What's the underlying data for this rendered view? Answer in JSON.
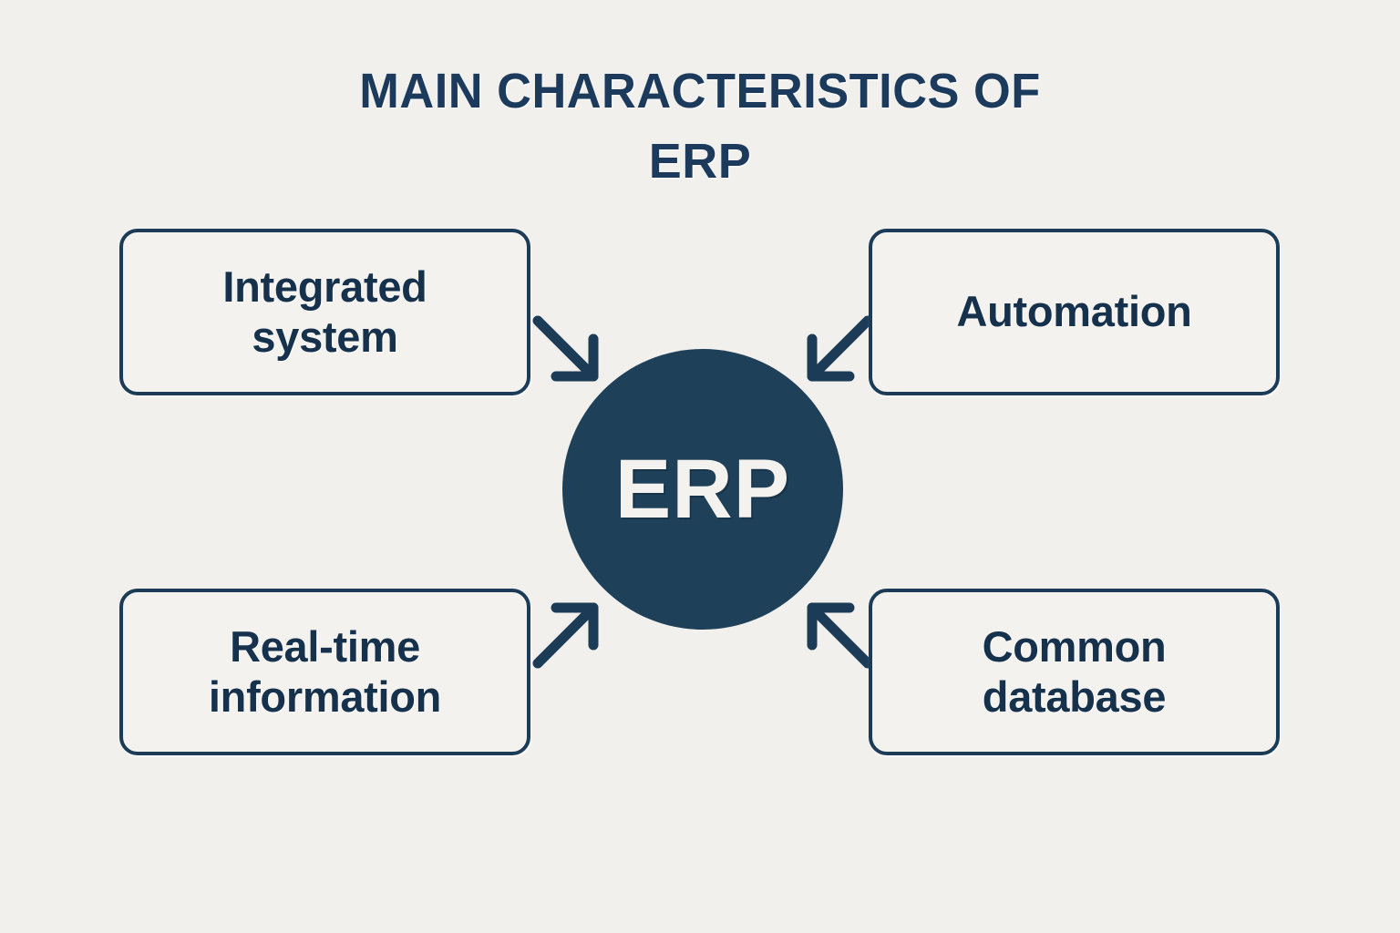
{
  "page": {
    "background_color": "#f2f0ed",
    "accent_color": "#1b3a5c",
    "box_fill_color": "#f4f2ef"
  },
  "title": {
    "line_1": "MAIN CHARACTERISTICS OF",
    "line_2": "ERP",
    "full_text": "MAIN CHARACTERISTICS OF ERP",
    "color": "#1b3a5c"
  },
  "center": {
    "label": "ERP",
    "fill_color": "#1e4059",
    "text_color": "#f4f2ef"
  },
  "boxes": [
    {
      "id": "top-left",
      "label": "Integrated\nsystem",
      "position": "top-left"
    },
    {
      "id": "top-right",
      "label": "Automation",
      "position": "top-right"
    },
    {
      "id": "bottom-left",
      "label": "Real-time\ninformation",
      "position": "bottom-left"
    },
    {
      "id": "bottom-right",
      "label": "Common\ndatabase",
      "position": "bottom-right"
    }
  ],
  "arrows": [
    {
      "id": "arrow-top-left-to-center",
      "from": "Integrated system",
      "to": "ERP",
      "direction": "down-right"
    },
    {
      "id": "arrow-top-right-to-center",
      "from": "Automation",
      "to": "ERP",
      "direction": "down-left"
    },
    {
      "id": "arrow-bottom-left-to-center",
      "from": "Real-time information",
      "to": "ERP",
      "direction": "up-right"
    },
    {
      "id": "arrow-bottom-right-to-center",
      "from": "Common database",
      "to": "ERP",
      "direction": "up-left"
    }
  ]
}
